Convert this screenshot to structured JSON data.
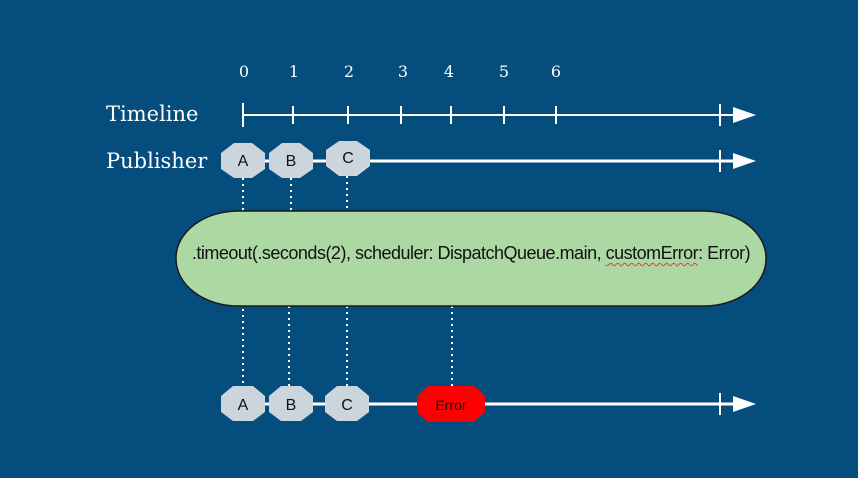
{
  "labels": {
    "timeline": "Timeline",
    "publisher": "Publisher"
  },
  "ticks": [
    "0",
    "1",
    "2",
    "3",
    "4",
    "5",
    "6"
  ],
  "publisher_events": [
    "A",
    "B",
    "C"
  ],
  "operator": {
    "before_underline": ".timeout(.seconds(2), scheduler: DispatchQueue.main, ",
    "underlined": "customError",
    "after_underline": ": Error)"
  },
  "output_events": [
    "A",
    "B",
    "C"
  ],
  "error_label": "Error",
  "colors": {
    "background": "#054d7d",
    "operator_fill": "#acd8a4",
    "event_fill": "#cdd5dc",
    "error_fill": "#ff0000",
    "line": "#ffffff"
  }
}
